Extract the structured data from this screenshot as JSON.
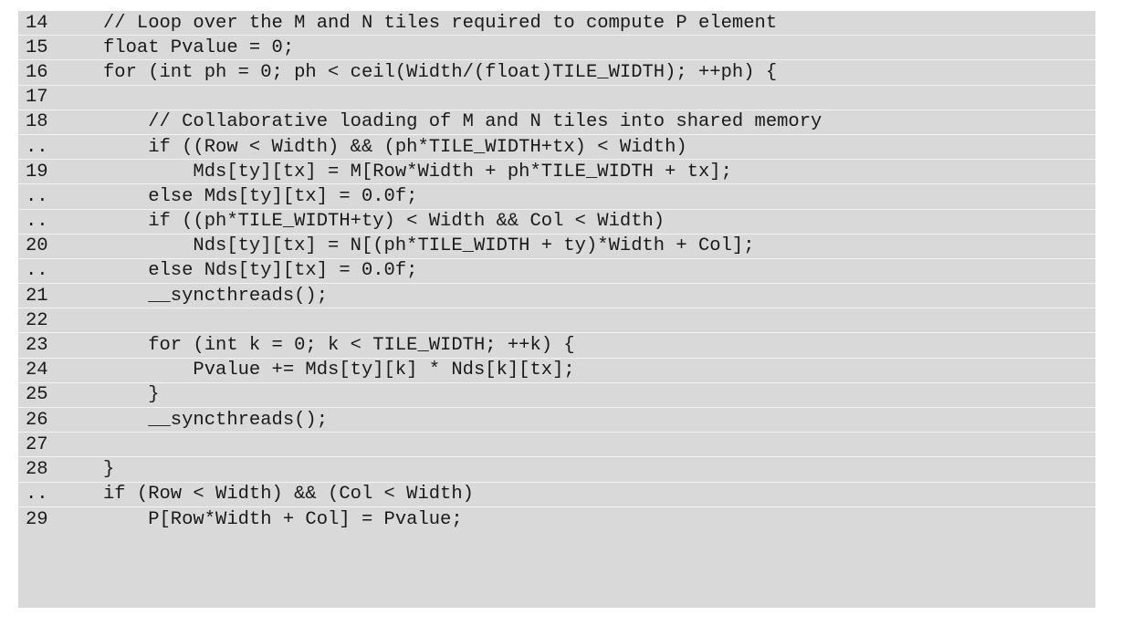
{
  "code_listing": {
    "lines": [
      {
        "number": "14",
        "text": "// Loop over the M and N tiles required to compute P element"
      },
      {
        "number": "15",
        "text": "float Pvalue = 0;"
      },
      {
        "number": "16",
        "text": "for (int ph = 0; ph < ceil(Width/(float)TILE_WIDTH); ++ph) {"
      },
      {
        "number": "17",
        "text": ""
      },
      {
        "number": "18",
        "text": "    // Collaborative loading of M and N tiles into shared memory"
      },
      {
        "number": "..",
        "text": "    if ((Row < Width) && (ph*TILE_WIDTH+tx) < Width)"
      },
      {
        "number": "19",
        "text": "        Mds[ty][tx] = M[Row*Width + ph*TILE_WIDTH + tx];"
      },
      {
        "number": "..",
        "text": "    else Mds[ty][tx] = 0.0f;"
      },
      {
        "number": "..",
        "text": "    if ((ph*TILE_WIDTH+ty) < Width && Col < Width)"
      },
      {
        "number": "20",
        "text": "        Nds[ty][tx] = N[(ph*TILE_WIDTH + ty)*Width + Col];"
      },
      {
        "number": "..",
        "text": "    else Nds[ty][tx] = 0.0f;"
      },
      {
        "number": "21",
        "text": "    __syncthreads();"
      },
      {
        "number": "22",
        "text": ""
      },
      {
        "number": "23",
        "text": "    for (int k = 0; k < TILE_WIDTH; ++k) {"
      },
      {
        "number": "24",
        "text": "        Pvalue += Mds[ty][k] * Nds[k][tx];"
      },
      {
        "number": "25",
        "text": "    }"
      },
      {
        "number": "26",
        "text": "    __syncthreads();"
      },
      {
        "number": "27",
        "text": ""
      },
      {
        "number": "28",
        "text": "}"
      },
      {
        "number": "..",
        "text": "if (Row < Width) && (Col < Width)"
      },
      {
        "number": "29",
        "text": "    P[Row*Width + Col] = Pvalue;"
      }
    ]
  }
}
